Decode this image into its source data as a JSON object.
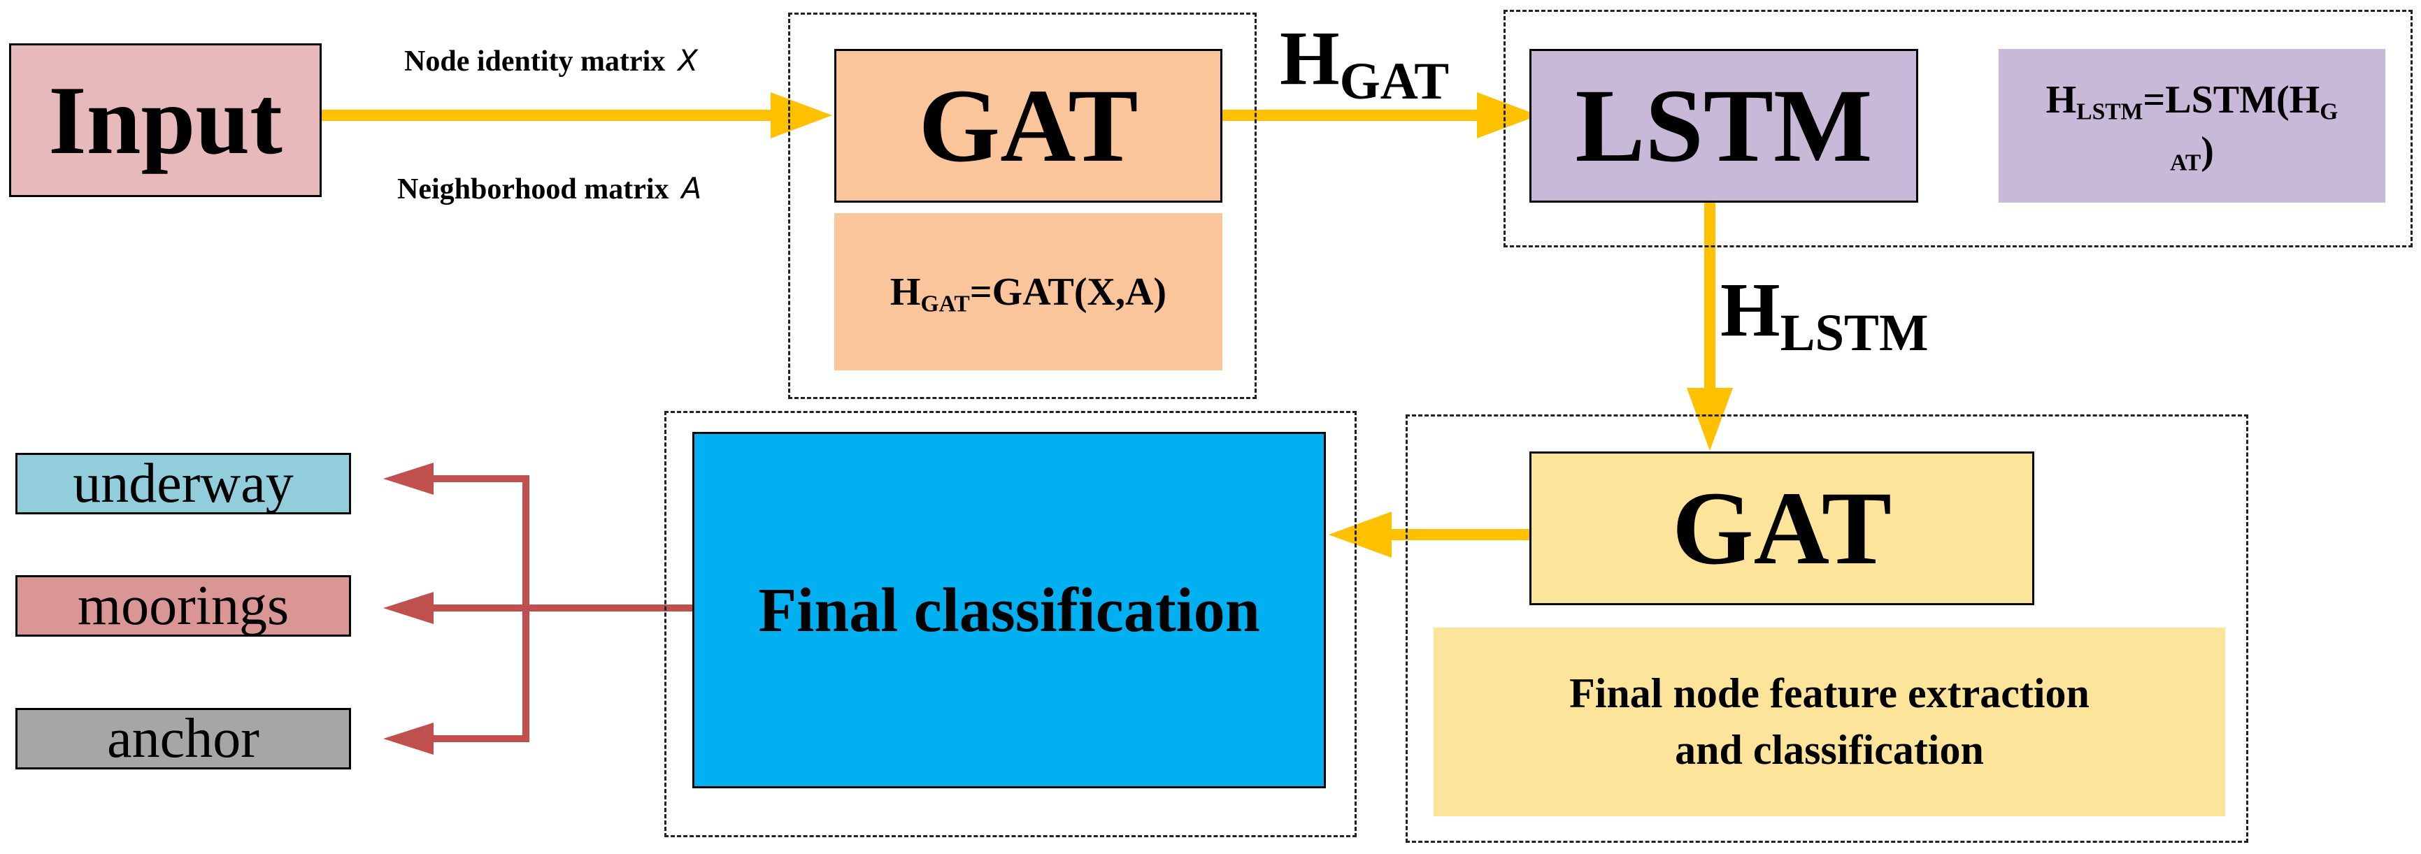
{
  "colors": {
    "input": "#E8B9BB",
    "gat_main": "#FBC59B",
    "lstm": "#C9B9D8",
    "gat_final": "#FCE59B",
    "final_classification": "#00B0F0",
    "underway": "#92CDDC",
    "moorings": "#DA9694",
    "anchor": "#A6A6A6",
    "yellow_arrow": "#FFC000",
    "red_arrow": "#C0504D"
  },
  "input": {
    "label": "Input"
  },
  "edges": {
    "node_identity": {
      "text": "Node identity matrix",
      "var": "X"
    },
    "neighborhood": {
      "text": "Neighborhood matrix",
      "var": "A"
    },
    "h_gat": {
      "main": "H",
      "sub": "GAT"
    },
    "h_lstm": {
      "main": "H",
      "sub": "LSTM"
    }
  },
  "gat1": {
    "label": "GAT",
    "formula": {
      "h": "H",
      "sub": "GAT",
      "rest": "=GAT(X,A)"
    }
  },
  "lstm": {
    "label": "LSTM",
    "formula": {
      "h": "H",
      "sub": "LSTM",
      "mid": "=LSTM(H",
      "sub2": "G",
      "sub3": "AT",
      "end": ")"
    }
  },
  "gat2": {
    "label": "GAT",
    "desc_line1": "Final node feature extraction",
    "desc_line2": "and classification"
  },
  "final_classification": {
    "label": "Final classification"
  },
  "classes": [
    {
      "label": "underway"
    },
    {
      "label": "moorings"
    },
    {
      "label": "anchor"
    }
  ]
}
